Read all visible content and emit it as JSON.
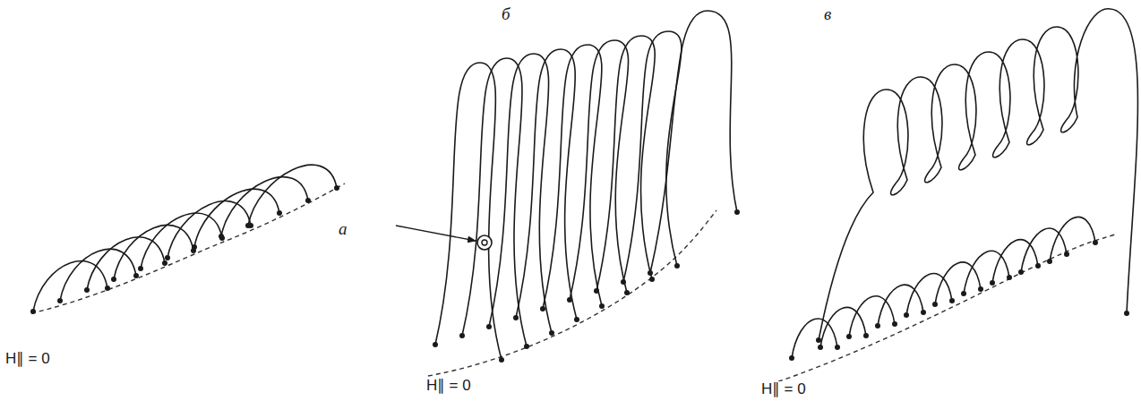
{
  "diagram": {
    "labels": [
      "а",
      "б",
      "в",
      "H∥ = 0",
      "H∥ = 0",
      "H∥ = 0"
    ]
  }
}
